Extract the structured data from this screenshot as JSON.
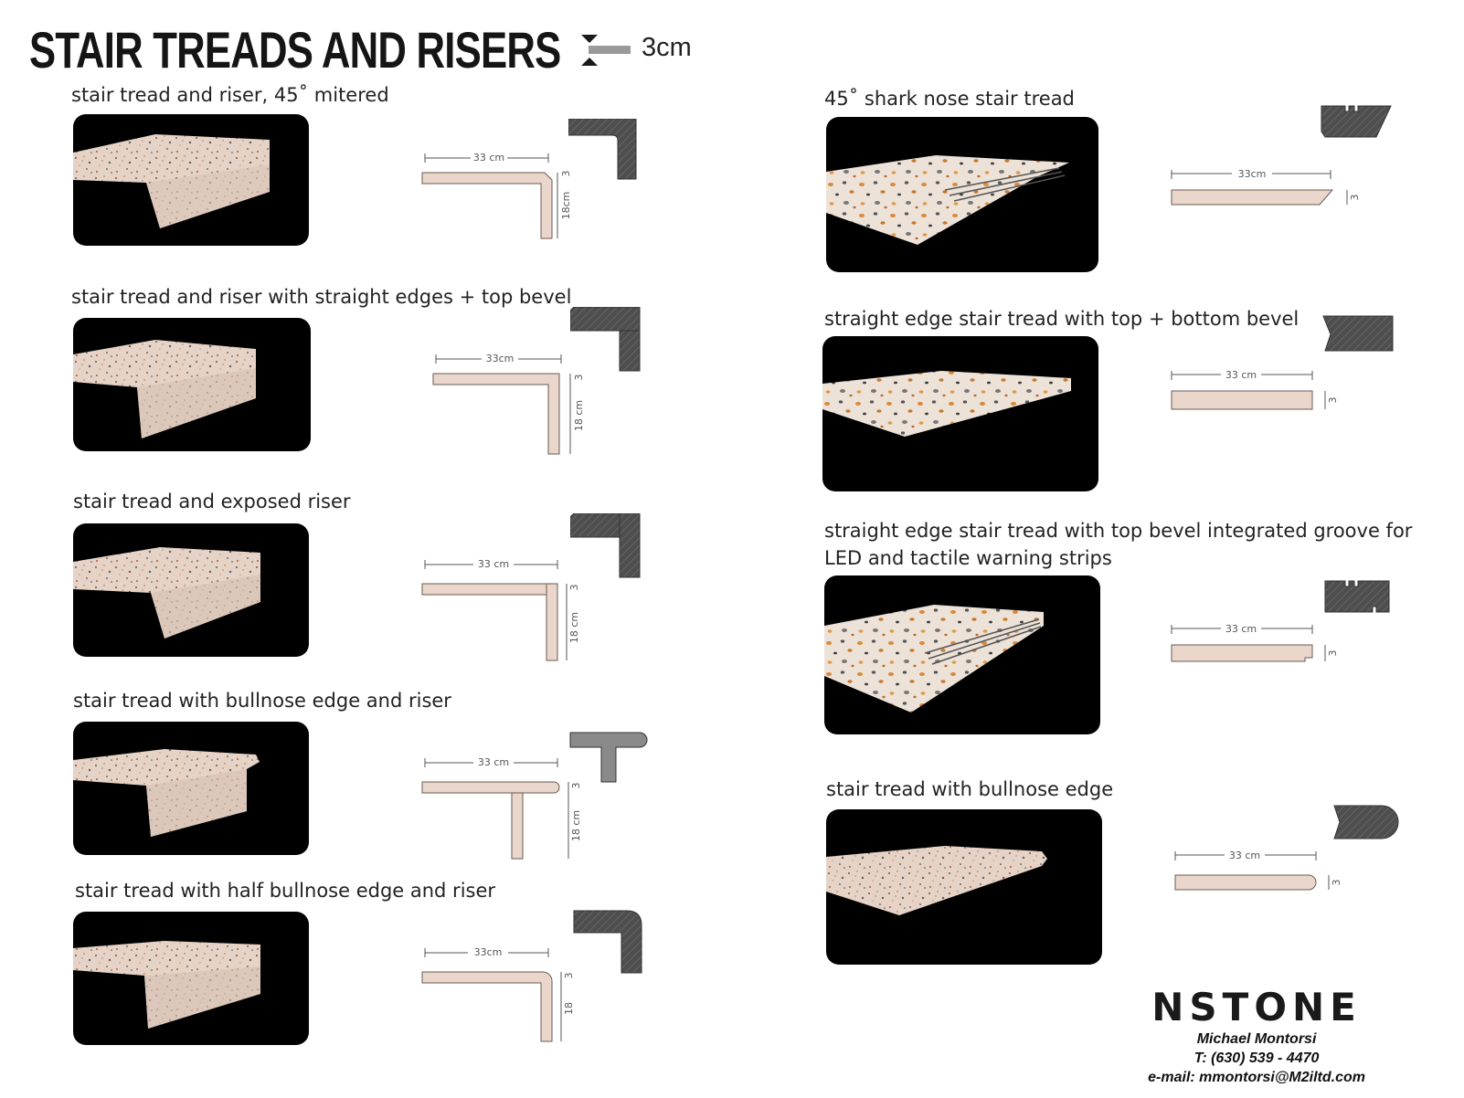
{
  "title": "STAIR TREADS AND RISERS",
  "thickness_label": "3cm",
  "colors": {
    "stone": "#e8d4c8",
    "profile": "#555555",
    "photo_bg": "#000000"
  },
  "items": [
    {
      "label": "stair tread and riser, 45˚ mitered",
      "width_dim": "33 cm",
      "height_dim": "18cm",
      "thick_dim": "3"
    },
    {
      "label": "stair tread and riser with straight edges + top bevel",
      "width_dim": "33cm",
      "height_dim": "18 cm",
      "thick_dim": "3"
    },
    {
      "label": "stair tread and exposed riser",
      "width_dim": "33 cm",
      "height_dim": "18 cm",
      "thick_dim": "3"
    },
    {
      "label": "stair tread with bullnose edge and riser",
      "width_dim": "33 cm",
      "height_dim": "18 cm",
      "thick_dim": "3"
    },
    {
      "label": "stair tread with half bullnose edge and riser",
      "width_dim": "33cm",
      "height_dim": "18",
      "thick_dim": "3"
    },
    {
      "label": "45˚ shark nose stair tread",
      "width_dim": "33cm",
      "thick_dim": "3"
    },
    {
      "label": "straight edge stair tread with top + bottom bevel",
      "width_dim": "33 cm",
      "thick_dim": "3"
    },
    {
      "label": "straight edge stair tread with top bevel integrated groove for LED and tactile warning strips",
      "width_dim": "33 cm",
      "thick_dim": "3"
    },
    {
      "label": "stair tread with bullnose edge",
      "width_dim": "33 cm",
      "thick_dim": "3"
    }
  ],
  "brand": {
    "name": "NSTONE",
    "contact_name": "Michael Montorsi",
    "phone": "T: (630) 539 - 4470",
    "email": "e-mail: mmontorsi@M2iltd.com"
  }
}
